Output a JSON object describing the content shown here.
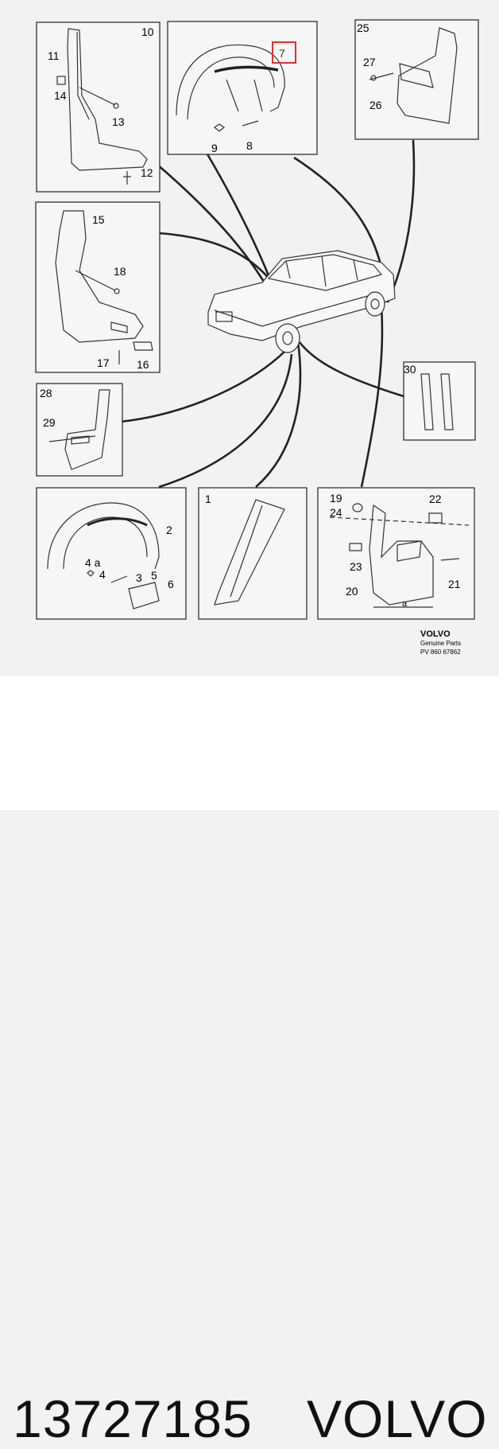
{
  "diagram": {
    "callouts": {
      "c1": "1",
      "c2": "2",
      "c3": "3",
      "c4": "4",
      "c4a": "4 a",
      "c5": "5",
      "c6": "6",
      "c7": "7",
      "c8": "8",
      "c9": "9",
      "c10": "10",
      "c11": "11",
      "c12": "12",
      "c13": "13",
      "c14": "14",
      "c15": "15",
      "c16": "16",
      "c17": "17",
      "c18": "18",
      "c19": "19",
      "c20": "20",
      "c21": "21",
      "c22": "22",
      "c23": "23",
      "c24": "24",
      "c25": "25",
      "c26": "26",
      "c27": "27",
      "c28": "28",
      "c29": "29",
      "c30": "30"
    },
    "dimension_a": "a",
    "highlighted_callout": "7",
    "highlight_color": "#e03030",
    "stamp": {
      "brand": "VOLVO",
      "line1": "Genuine Parts",
      "line2": "PV 860 67862"
    }
  },
  "footer": {
    "part_number": "13727185",
    "brand": "VOLVO"
  }
}
